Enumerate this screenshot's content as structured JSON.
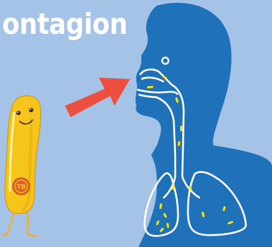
{
  "title": "ontagion",
  "bacterium": {
    "badge_label": "TB",
    "body_color": "#f6c51b",
    "badge_color": "#e0632b"
  },
  "arrow": {
    "color": "#ec4f3f",
    "direction": "toward-nose"
  },
  "figure": {
    "silhouette_color": "#1f71ba",
    "airway_color": "#ffffff",
    "particle_color": "#ffe600"
  },
  "colors": {
    "background": "#a5c3e7",
    "title": "#ffffff"
  }
}
